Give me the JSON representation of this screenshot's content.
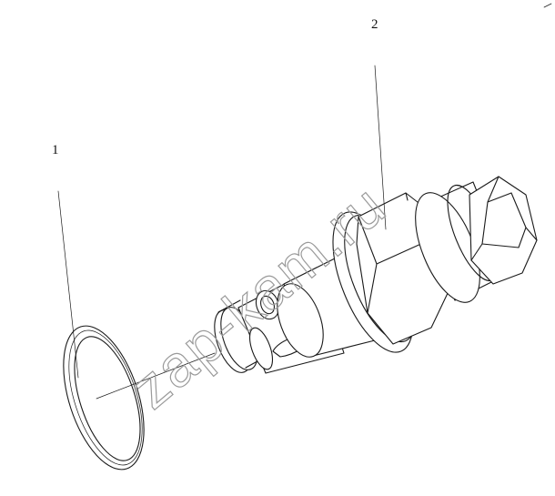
{
  "callouts": [
    {
      "number": "1"
    },
    {
      "number": "2"
    }
  ],
  "watermark": {
    "text": "zap-kam.ru"
  }
}
